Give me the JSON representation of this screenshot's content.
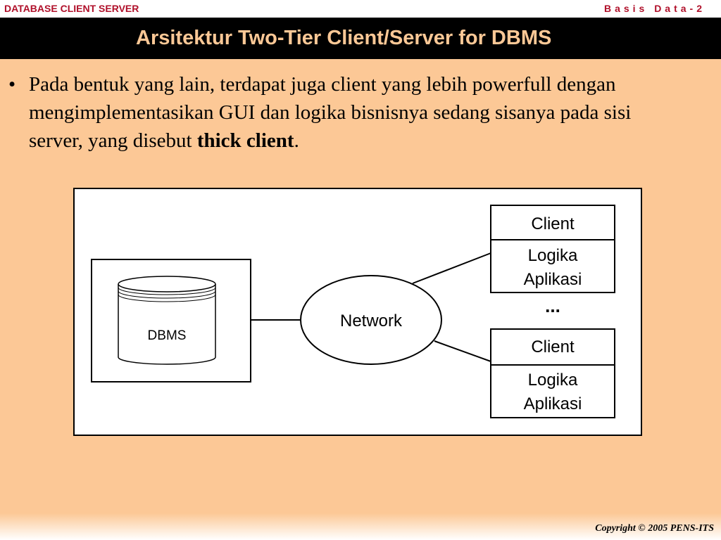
{
  "header": {
    "left_label": "DATABASE CLIENT SERVER",
    "right_label": "Basis Data-2"
  },
  "slide": {
    "title": "Arsitektur Two-Tier Client/Server for DBMS",
    "bullet_text_before": "Pada bentuk yang lain, terdapat juga client yang lebih powerfull dengan mengimplementasikan GUI dan logika bisnisnya sedang sisanya pada sisi server, yang disebut ",
    "bullet_bold": "thick client",
    "bullet_text_after": "."
  },
  "diagram": {
    "database_label": "DBMS",
    "network_label": "Network",
    "ellipsis": "...",
    "clients": [
      {
        "client_label": "Client",
        "logic_line1": "Logika",
        "logic_line2": "Aplikasi"
      },
      {
        "client_label": "Client",
        "logic_line1": "Logika",
        "logic_line2": "Aplikasi"
      }
    ]
  },
  "footer": {
    "copyright": "Copyright © 2005 PENS-ITS"
  },
  "colors": {
    "background": "#fcc896",
    "title_text": "#fcc896",
    "title_bar": "#000000",
    "header_text": "#b0102a"
  }
}
